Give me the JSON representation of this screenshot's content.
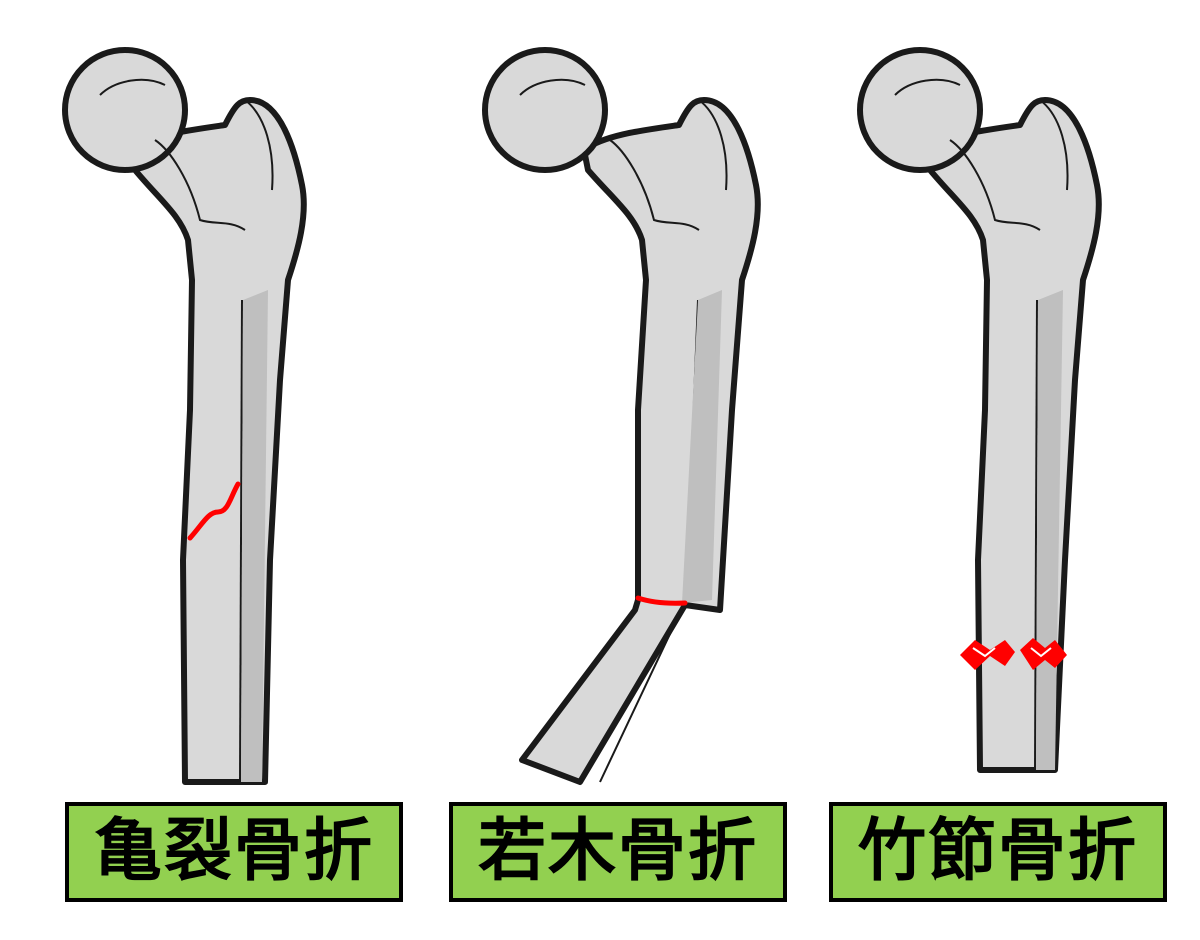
{
  "colors": {
    "bone_fill": "#d9d9d9",
    "bone_outline": "#1a1a1a",
    "bone_shade": "#bfbfbf",
    "fracture_mark": "#ff0000",
    "label_background": "#92d050",
    "label_border": "#000000",
    "label_text": "#000000",
    "page_background": "#ffffff"
  },
  "panels": [
    {
      "label": "亀裂骨折",
      "fracture_icon": "crack-line-icon"
    },
    {
      "label": "若木骨折",
      "fracture_icon": "bend-line-icon"
    },
    {
      "label": "竹節骨折",
      "fracture_icon": "buckle-bulge-icon"
    }
  ]
}
